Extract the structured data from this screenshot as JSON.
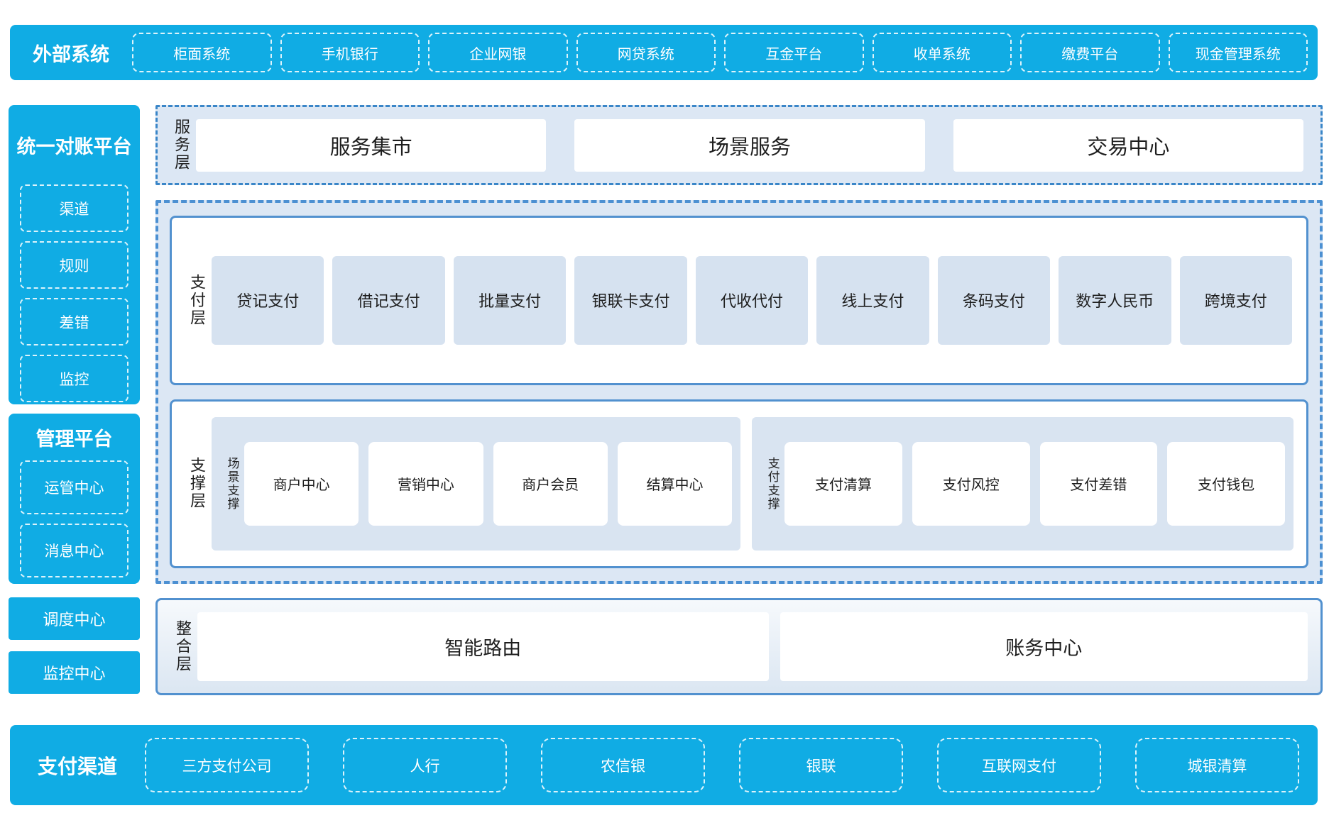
{
  "colors": {
    "accent_blue": "#10ACE4",
    "panel_bg": "#dce7f4",
    "item_bg": "#d6e2f0",
    "border_blue": "#5291cf"
  },
  "top_bar": {
    "label": "外部系统",
    "items": [
      "柜面系统",
      "手机银行",
      "企业网银",
      "网贷系统",
      "互金平台",
      "收单系统",
      "缴费平台",
      "现金管理系统"
    ]
  },
  "sidebar": {
    "reconciliation": {
      "title": "统一对账平台",
      "items": [
        "渠道",
        "规则",
        "差错",
        "监控"
      ]
    },
    "management": {
      "title": "管理平台",
      "items": [
        "运管中心",
        "消息中心"
      ]
    },
    "standalone": [
      "调度中心",
      "监控中心"
    ]
  },
  "layers": {
    "service": {
      "label": "服务层",
      "items": [
        "服务集市",
        "场景服务",
        "交易中心"
      ]
    },
    "payment": {
      "label": "支付层",
      "items": [
        "贷记支付",
        "借记支付",
        "批量支付",
        "银联卡支付",
        "代收代付",
        "线上支付",
        "条码支付",
        "数字人民币",
        "跨境支付"
      ]
    },
    "support": {
      "label": "支撑层",
      "groups": [
        {
          "label": "场景支撑",
          "items": [
            "商户中心",
            "营销中心",
            "商户会员",
            "结算中心"
          ]
        },
        {
          "label": "支付支撑",
          "items": [
            "支付清算",
            "支付风控",
            "支付差错",
            "支付钱包"
          ]
        }
      ]
    },
    "integration": {
      "label": "整合层",
      "items": [
        "智能路由",
        "账务中心"
      ]
    }
  },
  "bottom_bar": {
    "label": "支付渠道",
    "items": [
      "三方支付公司",
      "人行",
      "农信银",
      "银联",
      "互联网支付",
      "城银清算"
    ]
  }
}
